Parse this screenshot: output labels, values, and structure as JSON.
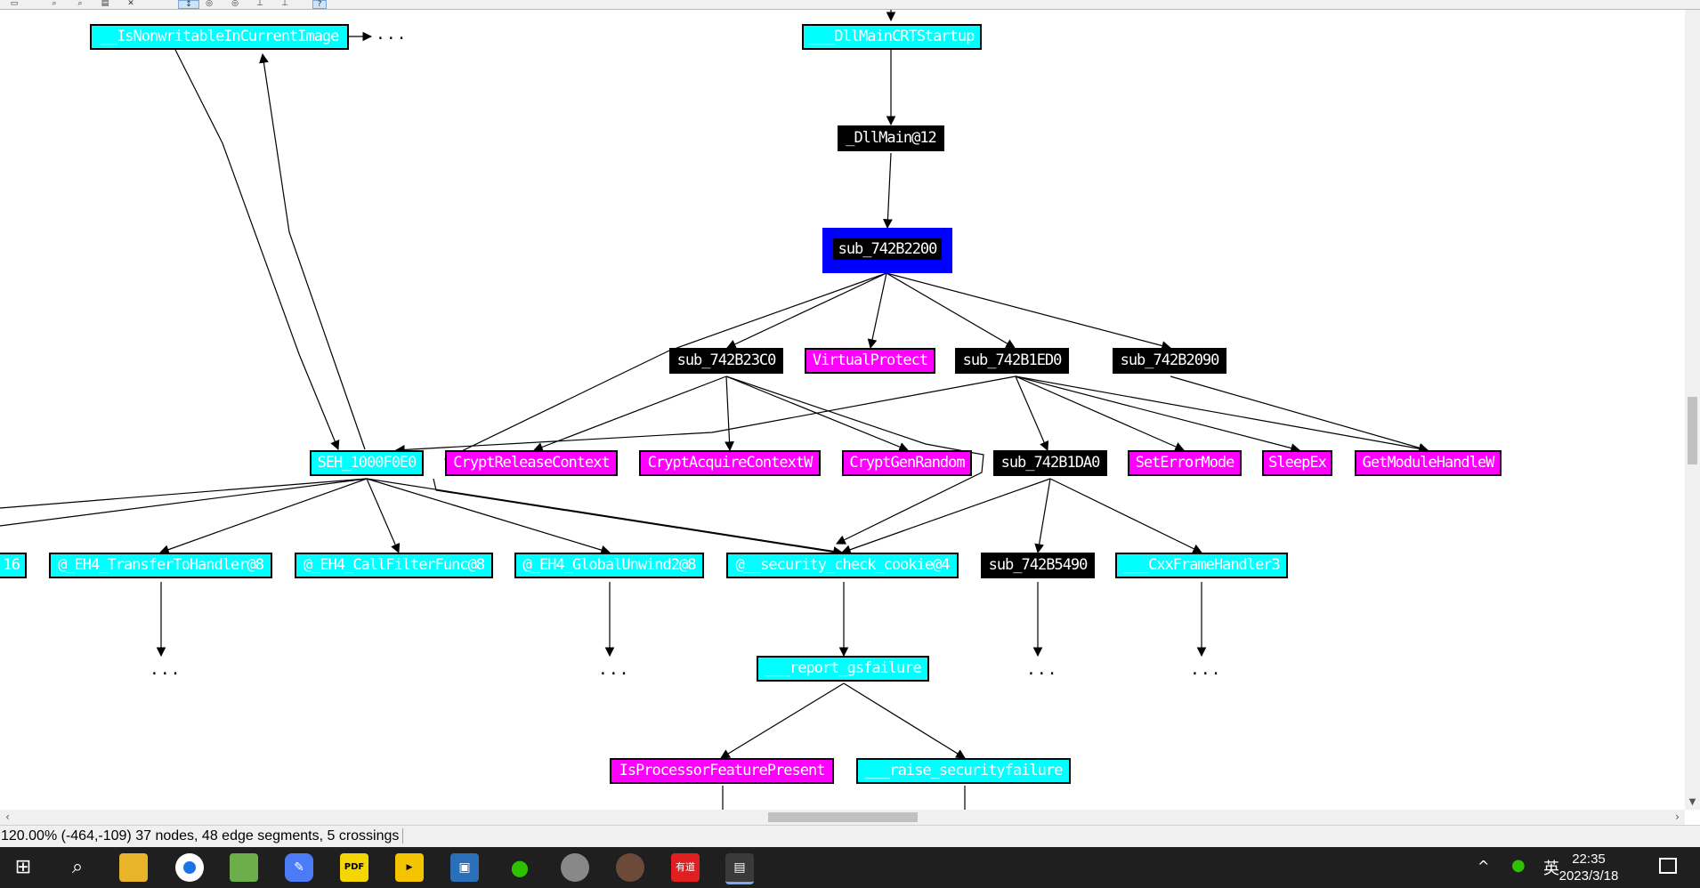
{
  "toolbar": {
    "icons": [
      "save-icon",
      "zoom-in-icon",
      "zoom-out-icon",
      "layout-icon",
      "pointer-icon",
      "hand-icon",
      "zoom-fit-icon",
      "print-icon",
      "help-icon"
    ]
  },
  "graph": {
    "nodes": [
      {
        "id": "n_isnonwritable",
        "label": "__IsNonwritableInCurrentImage",
        "style": "cyan"
      },
      {
        "id": "n_dllmaincrt",
        "label": "___DllMainCRTStartup",
        "style": "cyan"
      },
      {
        "id": "n_dllmain12",
        "label": "_DllMain@12",
        "style": "black"
      },
      {
        "id": "n_sub2200",
        "label": "sub_742B2200",
        "style": "selected"
      },
      {
        "id": "n_sub23c0",
        "label": "sub_742B23C0",
        "style": "black"
      },
      {
        "id": "n_virtualprotect",
        "label": "VirtualProtect",
        "style": "magenta"
      },
      {
        "id": "n_sub1ed0",
        "label": "sub_742B1ED0",
        "style": "black"
      },
      {
        "id": "n_sub2090",
        "label": "sub_742B2090",
        "style": "black"
      },
      {
        "id": "n_seh",
        "label": "SEH_1000F0E0",
        "style": "cyan"
      },
      {
        "id": "n_cryptrelease",
        "label": "CryptReleaseContext",
        "style": "magenta"
      },
      {
        "id": "n_cryptacquire",
        "label": "CryptAcquireContextW",
        "style": "magenta"
      },
      {
        "id": "n_cryptgen",
        "label": "CryptGenRandom",
        "style": "magenta"
      },
      {
        "id": "n_sub1da0",
        "label": "sub_742B1DA0",
        "style": "black"
      },
      {
        "id": "n_seterrormode",
        "label": "SetErrorMode",
        "style": "magenta"
      },
      {
        "id": "n_sleepex",
        "label": "SleepEx",
        "style": "magenta"
      },
      {
        "id": "n_getmodule",
        "label": "GetModuleHandleW",
        "style": "magenta"
      },
      {
        "id": "n_16",
        "label": "16",
        "style": "cyan"
      },
      {
        "id": "n_eh4transfer",
        "label": "@_EH4_TransferToHandler@8",
        "style": "cyan"
      },
      {
        "id": "n_eh4callfilter",
        "label": "@_EH4_CallFilterFunc@8",
        "style": "cyan"
      },
      {
        "id": "n_eh4global",
        "label": "@_EH4_GlobalUnwind2@8",
        "style": "cyan"
      },
      {
        "id": "n_securitycheck",
        "label": "@__security_check_cookie@4",
        "style": "cyan"
      },
      {
        "id": "n_sub5490",
        "label": "sub_742B5490",
        "style": "black"
      },
      {
        "id": "n_cxxframe",
        "label": "___CxxFrameHandler3",
        "style": "cyan"
      },
      {
        "id": "n_reportgs",
        "label": "___report_gsfailure",
        "style": "cyan"
      },
      {
        "id": "n_isprocessor",
        "label": "IsProcessorFeaturePresent",
        "style": "magenta"
      },
      {
        "id": "n_raisesec",
        "label": "___raise_securityfailure",
        "style": "cyan"
      }
    ],
    "ellipsis_text": "...",
    "colors": {
      "imported": "#ff00ff",
      "library": "#00ffff",
      "regular": "#000000",
      "selected_frame": "#0000ff"
    }
  },
  "statusbar": {
    "text": "120.00% (-464,-109) 37 nodes, 48 edge segments, 5 crossings"
  },
  "taskbar": {
    "icons": [
      "windows-start-icon",
      "search-icon",
      "file-explorer-icon",
      "chrome-icon",
      "image-viewer-icon",
      "notes-icon",
      "pdf-icon",
      "media-player-icon",
      "virtualbox-icon",
      "wechat-icon",
      "app-icon",
      "avatar-icon",
      "youdao-icon",
      "ida-icon"
    ],
    "ime": "英",
    "time": "22:35",
    "date": "2023/3/18"
  }
}
